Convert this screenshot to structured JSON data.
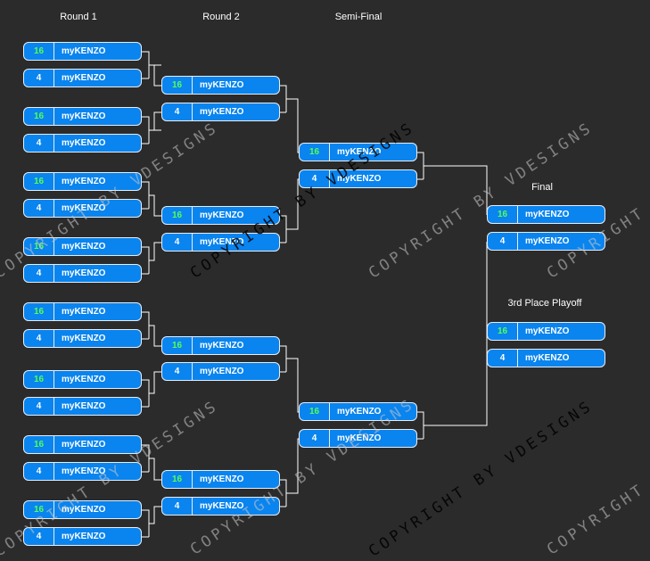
{
  "rounds": {
    "round1": "Round 1",
    "round2": "Round 2",
    "semi": "Semi-Final",
    "final": "Final",
    "third": "3rd Place Playoff"
  },
  "team": "myKENZO",
  "seeds": {
    "high": "16",
    "low": "4"
  },
  "watermark": "COPYRIGHT BY VDESIGNS",
  "colors": {
    "slot": "#0a84ee",
    "seed_high": "#55ff55",
    "line": "#ffffff",
    "background": "#2b2b2b"
  }
}
